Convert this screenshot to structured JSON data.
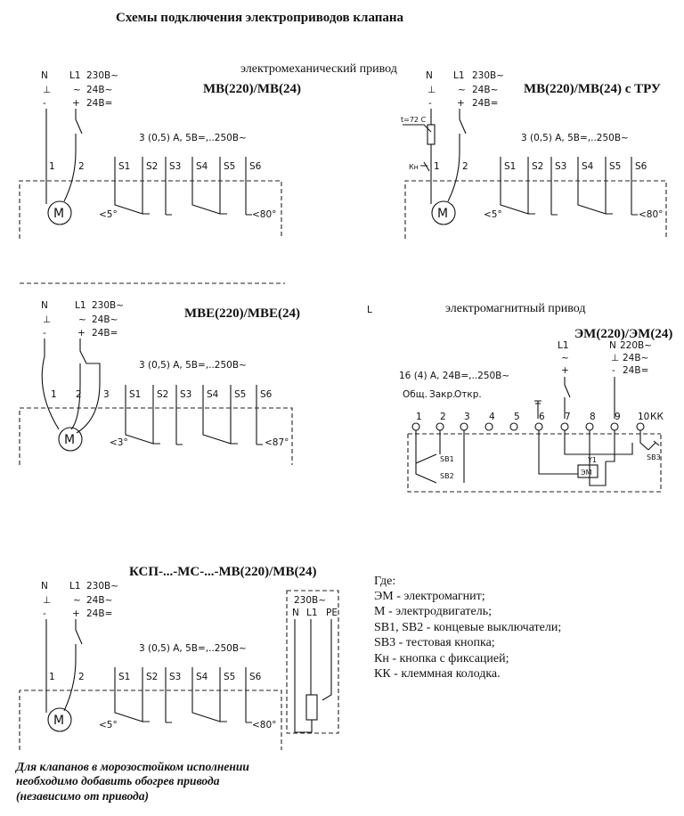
{
  "title": "Схемы подключения электроприводов клапана",
  "section_electromechanical": "электромеханический привод",
  "section_electromagnetic": "электромагнитный привод",
  "stray_mark": "L",
  "supply": {
    "n": "N",
    "l1": "L1",
    "ground": "⊥",
    "tilde": "~",
    "minus": "-",
    "plus": "+",
    "v230": "230В~",
    "v24ac": "24В~",
    "v24dc": "24В="
  },
  "switch_rating": "3 (0,5) А, 5В=,..250В~",
  "motor_symbol": "M",
  "terminals": {
    "t1": "1",
    "t2": "2",
    "t3": "3"
  },
  "switch_labels": [
    "S1",
    "S2",
    "S3",
    "S4",
    "S5",
    "S6"
  ],
  "angles": {
    "low5": "<5°",
    "low3": "<3°",
    "high80": "<80°",
    "high87": "<87°"
  },
  "diagrams": {
    "mb": {
      "label": "МВ(220)/МВ(24)"
    },
    "mb_tru": {
      "label": "МВ(220)/МВ(24) с ТРУ",
      "thermo": "t=72 C",
      "button": "Кн"
    },
    "mbe": {
      "label": "МВЕ(220)/МВЕ(24)"
    },
    "em": {
      "label": "ЭМ(220)/ЭМ(24)",
      "v220": "220В~",
      "rating": "16 (4) А, 24В=,..250В~",
      "headers": [
        "Общ.",
        "Закр.",
        "Откр."
      ],
      "terminals": [
        "1",
        "2",
        "3",
        "4",
        "5",
        "6",
        "7",
        "8",
        "9",
        "10"
      ],
      "kk": "КК",
      "sb1": "SB1",
      "sb2": "SB2",
      "sb3": "SB3",
      "y1": "Y1",
      "em_coil": "ЭМ"
    },
    "ksp": {
      "label": "КСП-...-МС-...-МВ(220)/МВ(24)",
      "pe": "PE"
    }
  },
  "legend": {
    "heading": "Где:",
    "items": [
      "ЭМ - электромагнит;",
      "М - электродвигатель;",
      "SB1, SB2 - концевые выключатели;",
      "SB3 - тестовая кнопка;",
      "Кн - кнопка с фиксацией;",
      "КК - клеммная колодка."
    ]
  },
  "footnote": [
    "Для клапанов в морозостойком исполнении",
    "необходимо добавить обогрев привода",
    "(независимо от привода)"
  ]
}
